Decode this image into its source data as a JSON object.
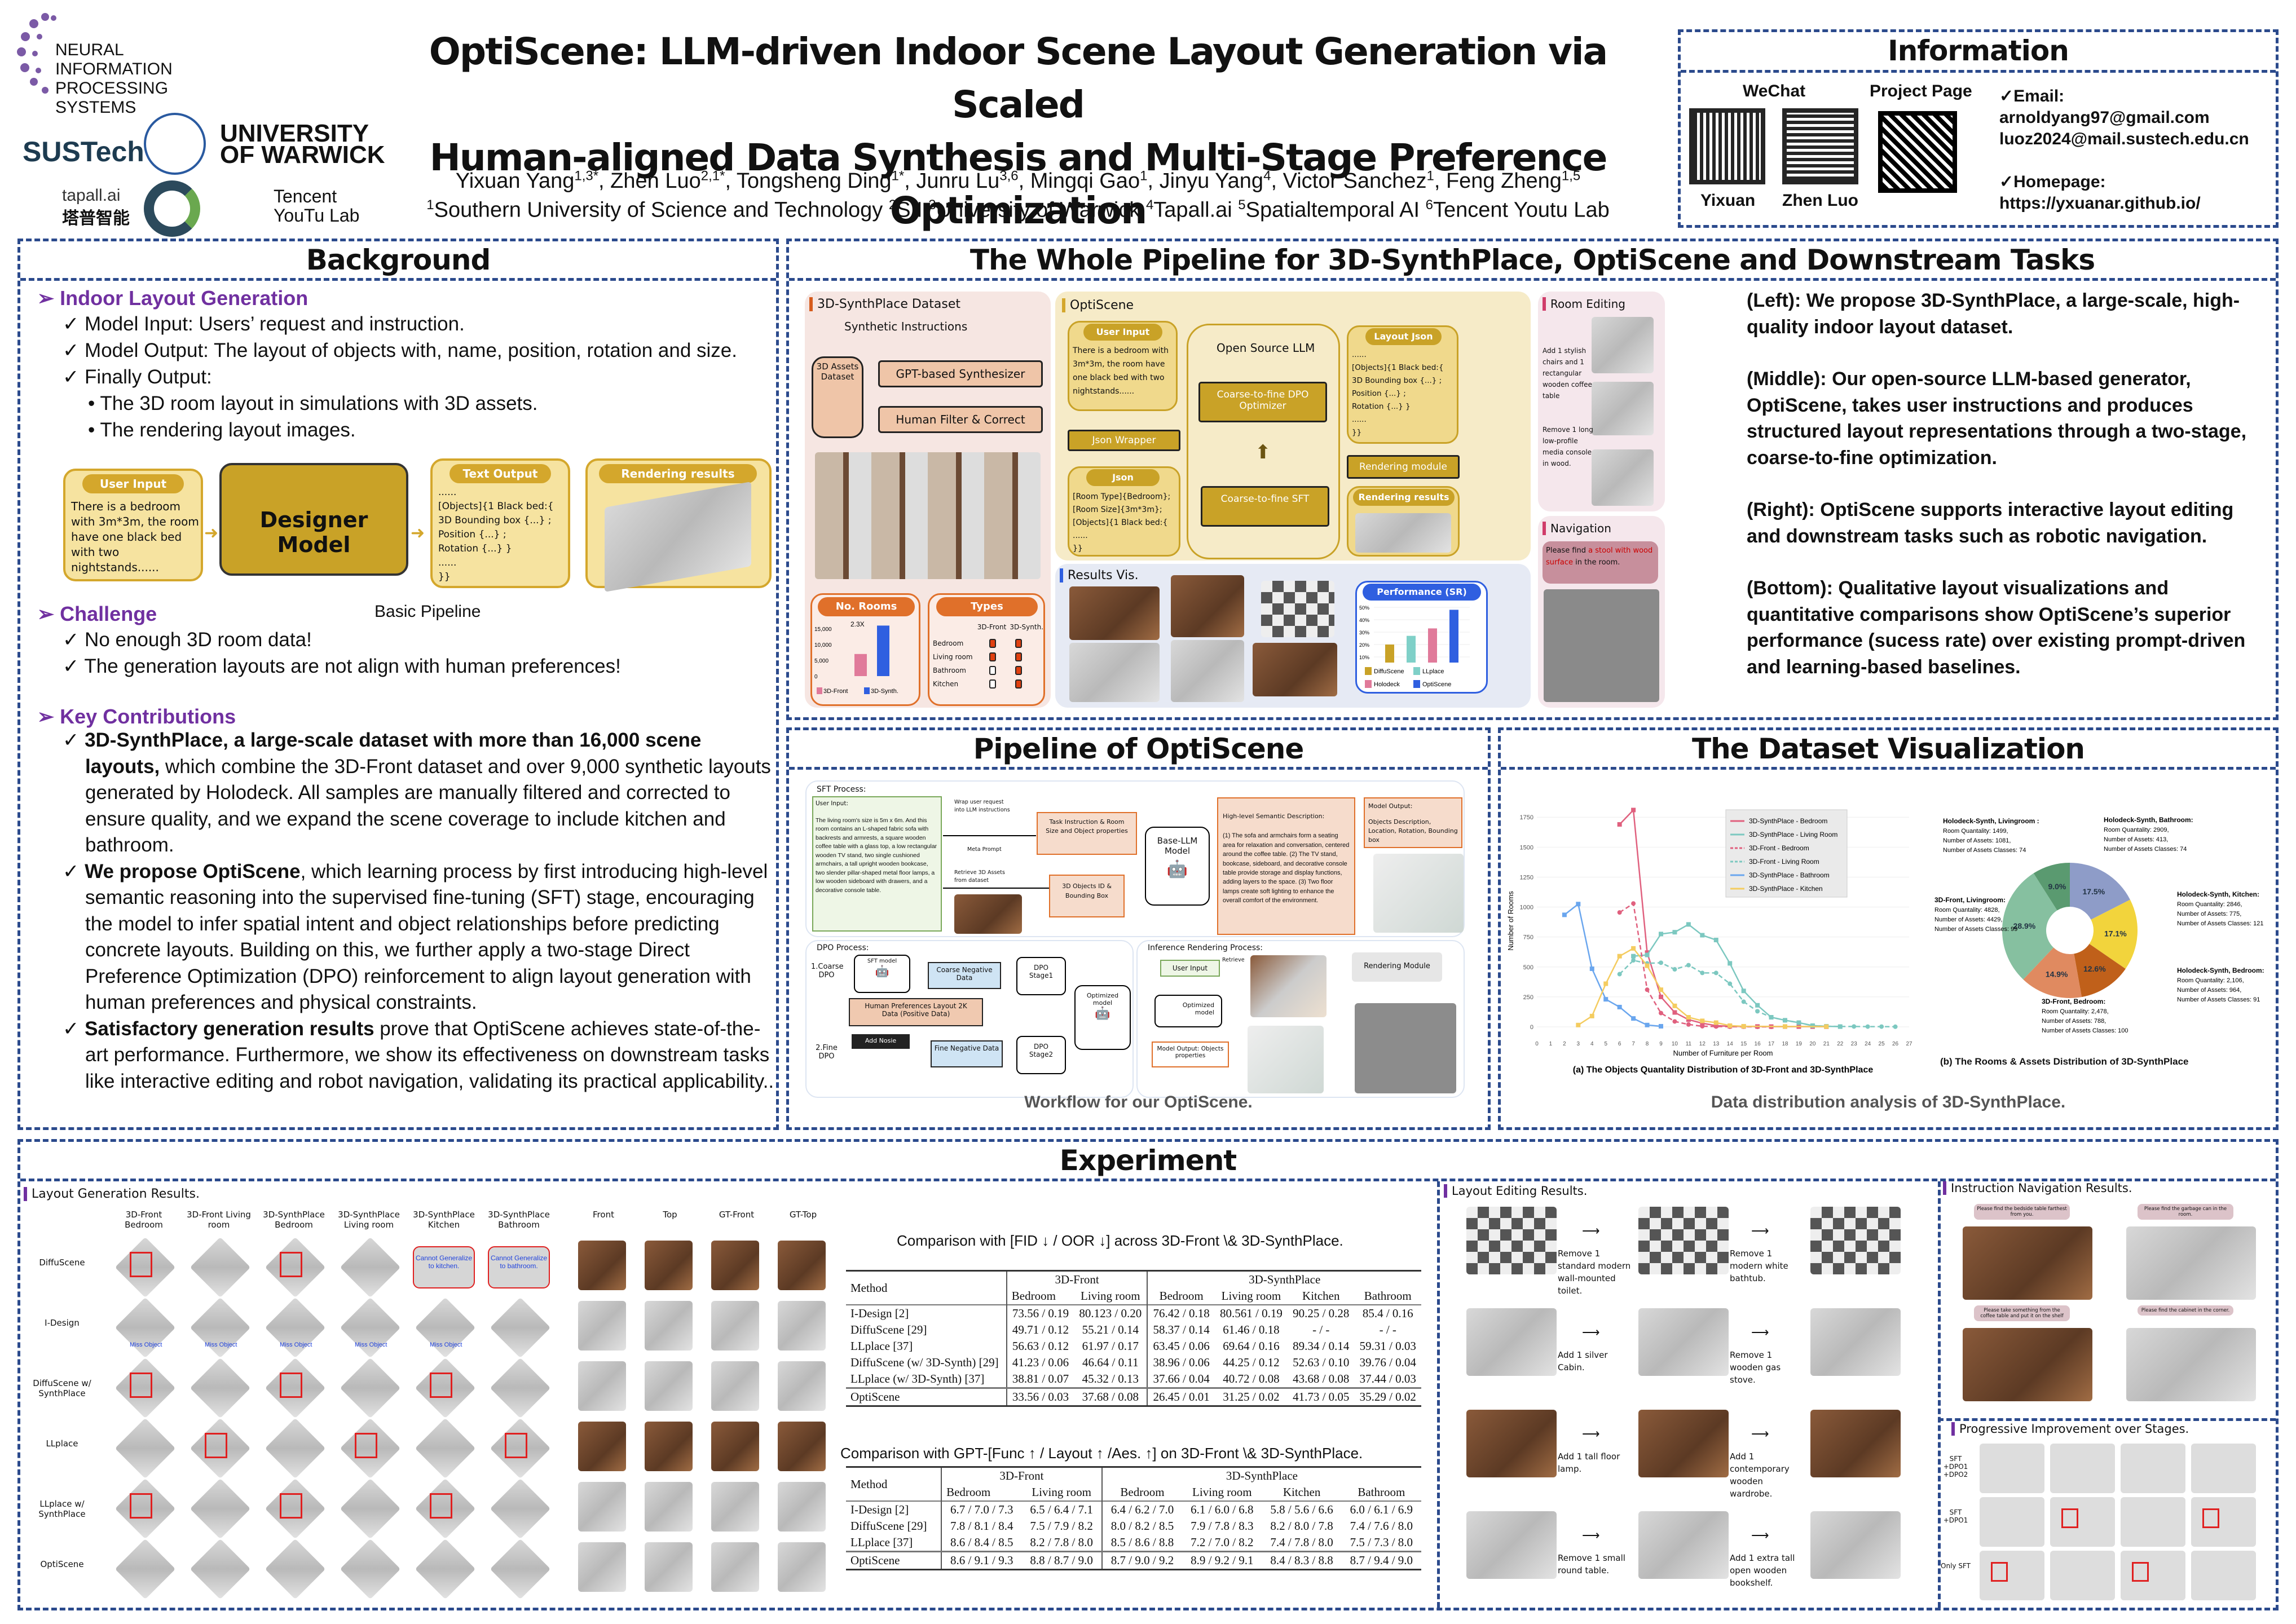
{
  "header": {
    "title_line1": "OptiScene: LLM-driven Indoor Scene Layout Generation via Scaled",
    "title_line2": "Human-aligned Data Synthesis and Multi-Stage Preference Optimization",
    "authors": [
      {
        "name": "Yixuan Yang",
        "sup": "1,3*"
      },
      {
        "name": "Zhen Luo",
        "sup": "2,1*"
      },
      {
        "name": "Tongsheng Ding",
        "sup": "1*"
      },
      {
        "name": "Junru Lu",
        "sup": "3,6"
      },
      {
        "name": "Mingqi Gao",
        "sup": "1"
      },
      {
        "name": "Jinyu Yang",
        "sup": "4"
      },
      {
        "name": "Victor Sanchez",
        "sup": "1"
      },
      {
        "name": "Feng Zheng",
        "sup": "1,5"
      }
    ],
    "affiliations": [
      {
        "sup": "1",
        "name": "Southern University of Science and Technology"
      },
      {
        "sup": "2",
        "name": "SII"
      },
      {
        "sup": "3",
        "name": "University of Warwick"
      },
      {
        "sup": "4",
        "name": "Tapall.ai"
      },
      {
        "sup": "5",
        "name": "Spatialtemporal AI"
      },
      {
        "sup": "6",
        "name": "Tencent Youtu Lab"
      }
    ],
    "logos": {
      "neurips": "NEURAL INFORMATION PROCESSING SYSTEMS",
      "sustech": "SUSTech",
      "warwick_1": "UNIVERSITY",
      "warwick_2": "OF WARWICK",
      "tapall": "tapall.ai",
      "tapall_cn": "塔普智能",
      "tencent_1": "Tencent",
      "tencent_2": "YouTu Lab"
    }
  },
  "info": {
    "title": "Information",
    "wechat": "WeChat",
    "project_page": "Project Page",
    "qr1_name": "Yixuan",
    "qr2_name": "Zhen Luo",
    "email_label": "✓Email:",
    "emails": [
      "arnoldyang97@gmail.com",
      "luoz2024@mail.sustech.edu.cn"
    ],
    "homepage_label": "✓Homepage:",
    "homepage": "https://yxuanar.github.io/"
  },
  "background": {
    "title": "Background",
    "h1": "➢ Indoor Layout Generation",
    "l1": "✓ Model Input: Users’ request and instruction.",
    "l2": "✓ Model Output: The layout of objects with, name, position, rotation and size.",
    "l3": "✓ Finally Output:",
    "l4": "•  The 3D room layout in simulations with 3D assets.",
    "l5": "•  The rendering layout images.",
    "basic": {
      "user_input": "User Input",
      "user_text": "There is a bedroom with 3m*3m, the room have one black bed with two nightstands......",
      "designer": "Designer Model",
      "text_output": "Text Output",
      "text_body": "......\n[Objects]{1 Black bed:{\n3D Bounding box {...} ;\nPosition {...} ;\nRotation {...} }\n......\n}}",
      "render": "Rendering results",
      "caption": "Basic Pipeline"
    },
    "h2": "➢ Challenge",
    "c1": "✓ No enough 3D room data!",
    "c2": "✓ The generation layouts are not align with human preferences!",
    "h3": "➢ Key Contributions",
    "k1_bold": "3D-SynthPlace, a large-scale dataset with more than 16,000 scene layouts,",
    "k1_rest": " which combine the 3D-Front dataset and over 9,000 synthetic layouts generated by Holodeck. All samples are manually filtered and corrected to ensure quality, and we expand the scene coverage to include kitchen and bathroom.",
    "k2_bold": "We propose OptiScene",
    "k2_rest": ", which learning process by first introducing high-level semantic reasoning into the supervised fine-tuning (SFT) stage, encouraging the model to infer spatial intent and object relationships before predicting concrete layouts. Building on this, we further apply a two-stage Direct Preference Optimization (DPO) reinforcement to align layout generation with human preferences and physical constraints.",
    "k3_bold": "Satisfactory generation results",
    "k3_rest": " prove that OptiScene achieves state-of-the-art performance. Furthermore, we show its effectiveness on downstream tasks like interactive editing and robot navigation, validating its practical applicability.."
  },
  "pipeline": {
    "title": "The Whole Pipeline for 3D-SynthPlace, OptiScene and Downstream Tasks",
    "dataset": {
      "title": "3D-SynthPlace Dataset",
      "synth": "Synthetic Instructions",
      "assets": "3D Assets Dataset",
      "gpt": "GPT-based Synthesizer",
      "filter": "Human Filter & Correct",
      "rooms": "No. Rooms",
      "ticks": [
        "15,000",
        "10,000",
        "5,000",
        "0"
      ],
      "mult": "2.3X",
      "legend_front": "3D-Front",
      "legend_synth": "3D-Synth.",
      "rooms_front": 7000,
      "rooms_synth": 16000,
      "types": "Types",
      "types_cols": [
        "3D-Front",
        "3D-Synth."
      ],
      "types_rows": [
        {
          "name": "Bedroom",
          "front": true,
          "synth": true
        },
        {
          "name": "Living room",
          "front": true,
          "synth": true
        },
        {
          "name": "Bathroom",
          "front": false,
          "synth": true
        },
        {
          "name": "Kitchen",
          "front": false,
          "synth": true
        }
      ]
    },
    "opti": {
      "title": "OptiScene",
      "user_input": "User Input",
      "user_text": "There is a bedroom with 3m*3m, the room have one black bed with two nightstands......",
      "json_wrapper": "Json Wrapper",
      "json": "Json",
      "json_text": "[Room Type]{Bedroom};\n[Room Size]{3m*3m};\n[Objects]{1 Black bed:{\n......\n}}",
      "llm": "Open Source LLM",
      "dpo": "Coarse-to-fine DPO Optimizer",
      "sft": "Coarse-to-fine SFT",
      "layout_json": "Layout Json",
      "layout_text": "......\n[Objects]{1 Black bed:{\n3D Bounding box {...} ;\nPosition {...} ;\nRotation {...} }\n......\n}}",
      "render_module": "Rendering module",
      "render_results": "Rendering results"
    },
    "results": {
      "title": "Results Vis.",
      "perf": "Performance (SR)",
      "ticks": [
        "50%",
        "40%",
        "30%",
        "20%",
        "10%"
      ],
      "bars": [
        {
          "name": "DiffuScene",
          "value": 20,
          "color": "#c9a227"
        },
        {
          "name": "LLplace",
          "value": 27,
          "color": "#7fd0c8"
        },
        {
          "name": "Holodeck",
          "value": 33,
          "color": "#e07a9a"
        },
        {
          "name": "OptiScene",
          "value": 48,
          "color": "#2f5fe0"
        }
      ]
    },
    "edit": {
      "title": "Room Editing",
      "t1": "Add 1 stylish chairs and 1 rectangular wooden coffee table",
      "t2": "Remove 1 long low-profile media console in wood."
    },
    "nav": {
      "title": "Navigation",
      "prompt_a": "Please find ",
      "prompt_red": "a stool with wood surface",
      "prompt_b": " in the room."
    },
    "desc": [
      {
        "lead": "(Left): We propose 3D-SynthPlace, a large-scale, high-quality indoor layout dataset."
      },
      {
        "lead": "(Middle): Our open-source LLM-based generator, OptiScene, takes user instructions and produces structured layout representations through a two-stage, coarse-to-fine optimization."
      },
      {
        "lead": "(Right): OptiScene supports interactive layout editing and downstream tasks such as robotic navigation."
      },
      {
        "lead": "(Bottom): Qualitative layout visualizations and quantitative comparisons show OptiScene’s superior performance (sucess rate) over existing prompt-driven and learning-based baselines."
      }
    ]
  },
  "workflow": {
    "title": "Pipeline of OptiScene",
    "sft": "SFT Process:",
    "user_input": "User Input:",
    "user_text": "The living room's size is 5m x 6m. And this room contains an L-shaped fabric sofa with backrests and armrests, a square wooden coffee table with a glass top, a low rectangular wooden TV stand, two single cushioned armchairs, a tall upright wooden bookcase, two slender pillar-shaped metal floor lamps, a low wooden sideboard with drawers, and a decorative console table.",
    "wrap": "Wrap user request into LLM instructions",
    "meta": "Meta Prompt",
    "retrieve": "Retrieve 3D Assets from dataset",
    "task": "Task Instruction & Room Size and Object properties",
    "obj_id": "3D Objects ID & Bounding Box",
    "base": "Base-LLM Model",
    "semantic_title": "High-level Semantic Description:",
    "semantic": "(1) The sofa and armchairs form a seating area for relaxation and conversation, centered around the coffee table. (2) The TV stand, bookcase, sideboard, and decorative console table provide storage and display functions, adding layers to the space. (3) Two floor lamps create soft lighting to enhance the overall comfort of the environment.",
    "model_output": "Model Output:",
    "model_output_text": "Objects Description, Location, Rotation, Bounding box",
    "dpo": "DPO Process:",
    "coarse": "1.Coarse DPO",
    "fine": "2.Fine DPO",
    "sft_model": "SFT model",
    "coarse_neg": "Coarse Negative Data",
    "fine_neg": "Fine Negative Data",
    "human": "Human Preferences Layout 2K Data (Positive Data)",
    "noise": "Add Nosie",
    "stage1": "DPO Stage1",
    "stage2": "DPO Stage2",
    "optimized": "Optimized model",
    "inference": "Inference Rendering Process:",
    "inf_user": "User Input",
    "inf_retrieve": "Retrieve",
    "inf_opt": "Optimized model",
    "inf_out": "Model Output: Objects properties",
    "render_module": "Rendering Module",
    "caption": "Workflow for our OptiScene."
  },
  "dataset_vis": {
    "title": "The Dataset Visualization",
    "caption": "Data distribution analysis of 3D-SynthPlace.",
    "donut_caption": "(b) The Rooms & Assets Distribution of 3D-SynthPlace",
    "donut": [
      {
        "label": "Holodeck-Synth, Bathroom:",
        "lines": [
          "Room Quantality: 2909,",
          "Number of Assets: 413,",
          "Number of Assets Classes: 74"
        ],
        "pct": 17.5,
        "color": "#8e9cc8"
      },
      {
        "label": "Holodeck-Synth, Kitchen:",
        "lines": [
          "Room Quantality: 2846,",
          "Number of Assets: 775,",
          "Number of Assets Classes: 121"
        ],
        "pct": 17.1,
        "color": "#f2d43c"
      },
      {
        "label": "Holodeck-Synth, Bedroom:",
        "lines": [
          "Room Quantality: 2,106,",
          "Number of Assets: 964,",
          "Number of Assets Classes: 91"
        ],
        "pct": 12.6,
        "color": "#c0601a"
      },
      {
        "label": "3D-Front, Bedroom:",
        "lines": [
          "Room Quantality: 2,478,",
          "Number of Assets: 788,",
          "Number of Assets Classes: 100"
        ],
        "pct": 14.9,
        "color": "#e08a60"
      },
      {
        "label": "3D-Front, Livingroom:",
        "lines": [
          "Room Quantality: 4828,",
          "Number of Assets: 4429,",
          "Number of Assets Classes: 99"
        ],
        "pct": 28.9,
        "color": "#86c0a0"
      },
      {
        "label": "Holodeck-Synth, Livingroom :",
        "lines": [
          "Room Quantality: 1499,",
          "Number of Assets: 1081,",
          "Number of Assets Classes: 74"
        ],
        "pct": 9.0,
        "color": "#5a9a70"
      }
    ]
  },
  "chart_data": {
    "type": "line",
    "title": "(a) The Objects Quantality Distribution of 3D-Front and 3D-SynthPlace",
    "xlabel": "Number of Furniture per Room",
    "ylabel": "Number of Rooms",
    "xlim": [
      0,
      27
    ],
    "ylim": [
      -80,
      1850
    ],
    "xticks": [
      0,
      1,
      2,
      3,
      4,
      5,
      6,
      7,
      8,
      9,
      10,
      11,
      12,
      13,
      14,
      15,
      16,
      17,
      18,
      19,
      20,
      21,
      22,
      23,
      24,
      25,
      26,
      27
    ],
    "yticks": [
      0,
      250,
      500,
      750,
      1000,
      1250,
      1500,
      1750
    ],
    "legend": "top-right",
    "grid": true,
    "series": [
      {
        "name": "3D-SynthPlace - Bedroom",
        "color": "#e0607e",
        "dash": false,
        "x": [
          6,
          7,
          8,
          9,
          10,
          11,
          12,
          13,
          14,
          15,
          16,
          17,
          18,
          19,
          20,
          21
        ],
        "y": [
          1690,
          1810,
          620,
          250,
          120,
          60,
          30,
          10,
          5,
          3,
          3,
          2,
          2,
          2,
          2,
          1
        ]
      },
      {
        "name": "3D-SynthPlace - Living Room",
        "color": "#7cc8c0",
        "dash": false,
        "x": [
          7,
          8,
          9,
          10,
          11,
          12,
          13,
          14,
          15,
          16,
          17,
          18,
          19,
          20,
          21,
          22
        ],
        "y": [
          590,
          600,
          775,
          790,
          855,
          765,
          725,
          530,
          300,
          180,
          80,
          55,
          35,
          10,
          5,
          2
        ]
      },
      {
        "name": "3D-Front - Bedroom",
        "color": "#e0607e",
        "dash": true,
        "x": [
          6,
          7,
          8,
          9,
          10,
          11,
          12,
          13,
          14,
          15,
          16,
          17
        ],
        "y": [
          955,
          1030,
          310,
          115,
          45,
          20,
          5,
          3,
          1,
          1,
          0,
          0
        ]
      },
      {
        "name": "3D-Front - Living Room",
        "color": "#7cc8c0",
        "dash": true,
        "x": [
          6,
          7,
          8,
          9,
          10,
          11,
          12,
          13,
          14,
          15,
          16,
          17,
          18,
          19,
          20,
          21,
          22,
          23,
          24,
          25,
          26
        ],
        "y": [
          440,
          555,
          530,
          535,
          480,
          515,
          450,
          450,
          360,
          210,
          130,
          80,
          55,
          35,
          10,
          5,
          3,
          3,
          2,
          2,
          1
        ]
      },
      {
        "name": "3D-SynthPlace - Bathroom",
        "color": "#6aa6ee",
        "dash": false,
        "x": [
          2,
          3,
          4,
          5,
          6,
          7,
          8,
          9
        ],
        "y": [
          935,
          1025,
          485,
          230,
          165,
          70,
          15,
          5
        ]
      },
      {
        "name": "3D-SynthPlace - Kitchen",
        "color": "#f4cc60",
        "dash": false,
        "x": [
          3,
          4,
          5,
          6,
          7,
          8,
          9,
          10,
          11,
          12,
          13,
          14,
          15,
          18,
          21
        ],
        "y": [
          15,
          90,
          360,
          590,
          655,
          510,
          310,
          175,
          80,
          50,
          35,
          10,
          5,
          3,
          2
        ]
      }
    ]
  },
  "experiment": {
    "title": "Experiment",
    "layout_gen": "Layout Generation Results.",
    "cols": [
      "3D-Front Bedroom",
      "3D-Front Living room",
      "3D-SynthPlace Bedroom",
      "3D-SynthPlace Living room",
      "3D-SynthPlace Kitchen",
      "3D-SynthPlace Bathroom"
    ],
    "rows": [
      "DiffuScene",
      "I-Design",
      "DiffuScene w/ SynthPlace",
      "LLplace",
      "LLplace w/ SynthPlace",
      "OptiScene"
    ],
    "cannot_kitchen": "Cannot Generalize to kitchen.",
    "cannot_bathroom": "Cannot Generalize to bathroom.",
    "miss": "Miss Object",
    "view_cols": [
      "Front",
      "Top",
      "GT-Front",
      "GT-Top"
    ],
    "table1": {
      "caption": "Comparison with [FID ↓ / OOR ↓] across 3D-Front \\& 3D-SynthPlace.",
      "group1": "3D-Front",
      "group2": "3D-SynthPlace",
      "method": "Method",
      "cols": [
        "Bedroom",
        "Living room",
        "Bedroom",
        "Living room",
        "Kitchen",
        "Bathroom"
      ],
      "rows": [
        [
          "I-Design [2]",
          "73.56 / 0.19",
          "80.123 / 0.20",
          "76.42 / 0.18",
          "80.561 / 0.19",
          "90.25 / 0.28",
          "85.4 / 0.16"
        ],
        [
          "DiffuScene [29]",
          "49.71 / 0.12",
          "55.21 / 0.14",
          "58.37 / 0.14",
          "61.46 / 0.18",
          "- / -",
          "- / -"
        ],
        [
          "LLplace [37]",
          "56.63 / 0.12",
          "61.97 / 0.17",
          "63.45 / 0.06",
          "69.64 / 0.16",
          "89.34 / 0.14",
          "59.31 / 0.03"
        ],
        [
          "DiffuScene (w/ 3D-Synth) [29]",
          "41.23 / 0.06",
          "46.64 / 0.11",
          "38.96 / 0.06",
          "44.25 / 0.12",
          "52.63 / 0.10",
          "39.76 / 0.04"
        ],
        [
          "LLplace (w/ 3D-Synth) [37]",
          "38.81 / 0.07",
          "45.32 / 0.13",
          "37.66 / 0.04",
          "40.72 / 0.08",
          "43.68 / 0.08",
          "37.44 / 0.03"
        ]
      ],
      "best": [
        "OptiScene",
        "33.56 / 0.03",
        "37.68 / 0.08",
        "26.45 / 0.01",
        "31.25 / 0.02",
        "41.73 / 0.05",
        "35.29 / 0.02"
      ]
    },
    "table2": {
      "caption": "Comparison with GPT-[Func ↑ / Layout ↑ /Aes. ↑] on 3D-Front \\& 3D-SynthPlace.",
      "group1": "3D-Front",
      "group2": "3D-SynthPlace",
      "method": "Method",
      "cols": [
        "Bedroom",
        "Living room",
        "Bedroom",
        "Living room",
        "Kitchen",
        "Bathroom"
      ],
      "rows": [
        [
          "I-Design [2]",
          "6.7 / 7.0 / 7.3",
          "6.5 / 6.4 / 7.1",
          "6.4 / 6.2 / 7.0",
          "6.1 / 6.0 / 6.8",
          "5.8 / 5.6 / 6.6",
          "6.0 / 6.1 / 6.9"
        ],
        [
          "DiffuScene [29]",
          "7.8 / 8.1 / 8.4",
          "7.5 / 7.9 / 8.2",
          "8.0 / 8.2 / 8.5",
          "7.9 / 7.8 / 8.3",
          "8.2 / 8.0 / 7.8",
          "7.4 / 7.6 / 8.0"
        ],
        [
          "LLplace [37]",
          "8.6 / 8.4 / 8.5",
          "8.2 / 7.8 / 8.0",
          "8.5 / 8.6 / 8.8",
          "7.2 / 7.0 / 8.2",
          "7.4 / 7.8 / 8.0",
          "7.5 / 7.3 / 8.0"
        ]
      ],
      "best": [
        "OptiScene",
        "8.6 / 9.1 / 9.3",
        "8.8 / 8.7 / 9.0",
        "8.7 / 9.0 / 9.2",
        "8.9 / 9.2 / 9.1",
        "8.4 / 8.3 / 8.8",
        "8.7 / 9.4 / 9.0"
      ]
    },
    "editing": {
      "title": "Layout Editing Results.",
      "steps": [
        "Remove 1 standard modern wall-mounted toilet.",
        "Remove 1 modern white bathtub.",
        "Add 1 silver Cabin.",
        "Remove 1 wooden gas stove.",
        "Add 1 tall floor lamp.",
        "Add 1 contemporary wooden wardrobe.",
        "Remove 1 small round table.",
        "Add 1 extra tall open wooden bookshelf."
      ]
    },
    "navigation": {
      "title": "Instruction Navigation Results.",
      "prompts": [
        "Please find the bedside table farthest from you.",
        "Please find the garbage can in the room.",
        "Please take something from the coffee table and put it on the shelf",
        "Please find the cabinet in the corner."
      ]
    },
    "progressive": {
      "title": "Progressive Improvement over Stages.",
      "rows": [
        "SFT +DPO1 +DPO2",
        "SFT +DPO1",
        "Only SFT"
      ]
    }
  }
}
